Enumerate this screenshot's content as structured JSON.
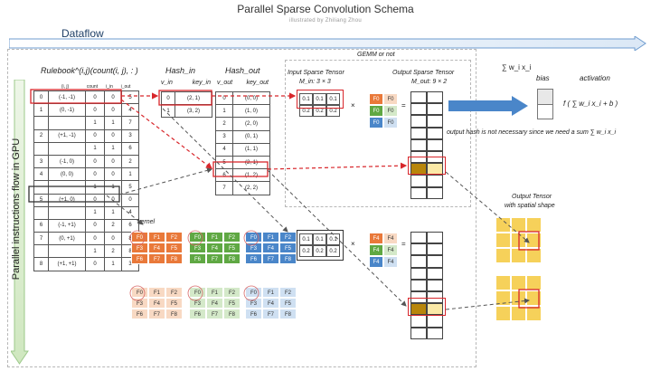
{
  "header": {
    "title": "Parallel Sparse Convolution Schema",
    "subtitle": "illustrated  by  Zhiliang Zhou",
    "dataflow": "Dataflow"
  },
  "side_label": "Parallel instructions flow in GPU",
  "gemm_label": "GEMM or not",
  "rulebook": {
    "title": "Rulebook^(i,j)(count(i, j), : )",
    "headers": [
      "(i, j)",
      "count",
      "i_in",
      "i_out"
    ],
    "rows": [
      {
        "idx": "0",
        "ij": "(-1, -1)",
        "count": "0",
        "i_in": "0",
        "i_out": "5"
      },
      {
        "idx": "1",
        "ij": "(0, -1)",
        "count": "0",
        "i_in": "0",
        "i_out": "4"
      },
      {
        "idx": "",
        "ij": "",
        "count": "1",
        "i_in": "1",
        "i_out": "7"
      },
      {
        "idx": "2",
        "ij": "(+1, -1)",
        "count": "0",
        "i_in": "0",
        "i_out": "3"
      },
      {
        "idx": "",
        "ij": "",
        "count": "1",
        "i_in": "1",
        "i_out": "6"
      },
      {
        "idx": "3",
        "ij": "(-1, 0)",
        "count": "0",
        "i_in": "0",
        "i_out": "2"
      },
      {
        "idx": "4",
        "ij": "(0, 0)",
        "count": "0",
        "i_in": "0",
        "i_out": "1"
      },
      {
        "idx": "",
        "ij": "",
        "count": "1",
        "i_in": "1",
        "i_out": "5"
      },
      {
        "idx": "5",
        "ij": "(+1, 0)",
        "count": "0",
        "i_in": "0",
        "i_out": "0"
      },
      {
        "idx": "",
        "ij": "",
        "count": "1",
        "i_in": "1",
        "i_out": "4"
      },
      {
        "idx": "6",
        "ij": "(-1, +1)",
        "count": "0",
        "i_in": "2",
        "i_out": "6"
      },
      {
        "idx": "7",
        "ij": "(0, +1)",
        "count": "0",
        "i_in": "0",
        "i_out": "8"
      },
      {
        "idx": "",
        "ij": "",
        "count": "1",
        "i_in": "2",
        "i_out": "8"
      },
      {
        "idx": "8",
        "ij": "(+1, +1)",
        "count": "0",
        "i_in": "1",
        "i_out": "3"
      }
    ]
  },
  "hash_in": {
    "title": "Hash_in",
    "headers": [
      "v_in",
      "key_in"
    ],
    "rows": [
      [
        "0",
        "(2, 1)"
      ],
      [
        "1",
        "(3, 2)"
      ]
    ]
  },
  "hash_out": {
    "title": "Hash_out",
    "headers": [
      "v_out",
      "key_out"
    ],
    "rows": [
      [
        "0",
        "(0, 0)"
      ],
      [
        "1",
        "(1, 0)"
      ],
      [
        "2",
        "(2, 0)"
      ],
      [
        "3",
        "(0, 1)"
      ],
      [
        "4",
        "(1, 1)"
      ],
      [
        "5",
        "(2, 1)"
      ],
      [
        "6",
        "(1, 2)"
      ],
      [
        "7",
        "(2, 2)"
      ]
    ]
  },
  "input_tensor": {
    "title": "Input Sparse Tensor",
    "dims": "M_in: 3 × 3",
    "rows": [
      [
        "0.1",
        "0.1",
        "0.1"
      ],
      [
        "0.2",
        "0.2",
        "0.2"
      ]
    ]
  },
  "output_tensor": {
    "title": "Output Sparse Tensor",
    "dims": "M_out: 9 × 2"
  },
  "weights_top": [
    [
      "F0",
      "F0"
    ],
    [
      "F0",
      "F0"
    ],
    [
      "F0",
      "F0"
    ]
  ],
  "weights_bottom": [
    [
      "F4",
      "F4"
    ],
    [
      "F4",
      "F4"
    ],
    [
      "F4",
      "F4"
    ]
  ],
  "ops": {
    "times": "×",
    "equals": "="
  },
  "kernel_label": "kernel",
  "kernel_labels": [
    "F0",
    "F1",
    "F2",
    "F3",
    "F4",
    "F5",
    "F6",
    "F7",
    "F8"
  ],
  "kernel_colors": {
    "orange": "#e9793a",
    "green": "#5fa843",
    "blue": "#4a86c9",
    "orange_light": "#f8d9c3",
    "green_light": "#d4e9c9",
    "blue_light": "#cfe0f2",
    "yellow": "#f6d15a",
    "yellow_light": "#fbe9a7",
    "gold": "#b8860b"
  },
  "bias_block": {
    "sum": "∑ w_i x_i",
    "bias": "bias",
    "activation": "activation",
    "formula": "f ( ∑ w_i x_i + b )",
    "note": "output hash is not necessary since we need a sum ∑ w_i x_i"
  },
  "output_spatial": {
    "title": "Output Tensor",
    "subtitle": "with spatial shape"
  }
}
